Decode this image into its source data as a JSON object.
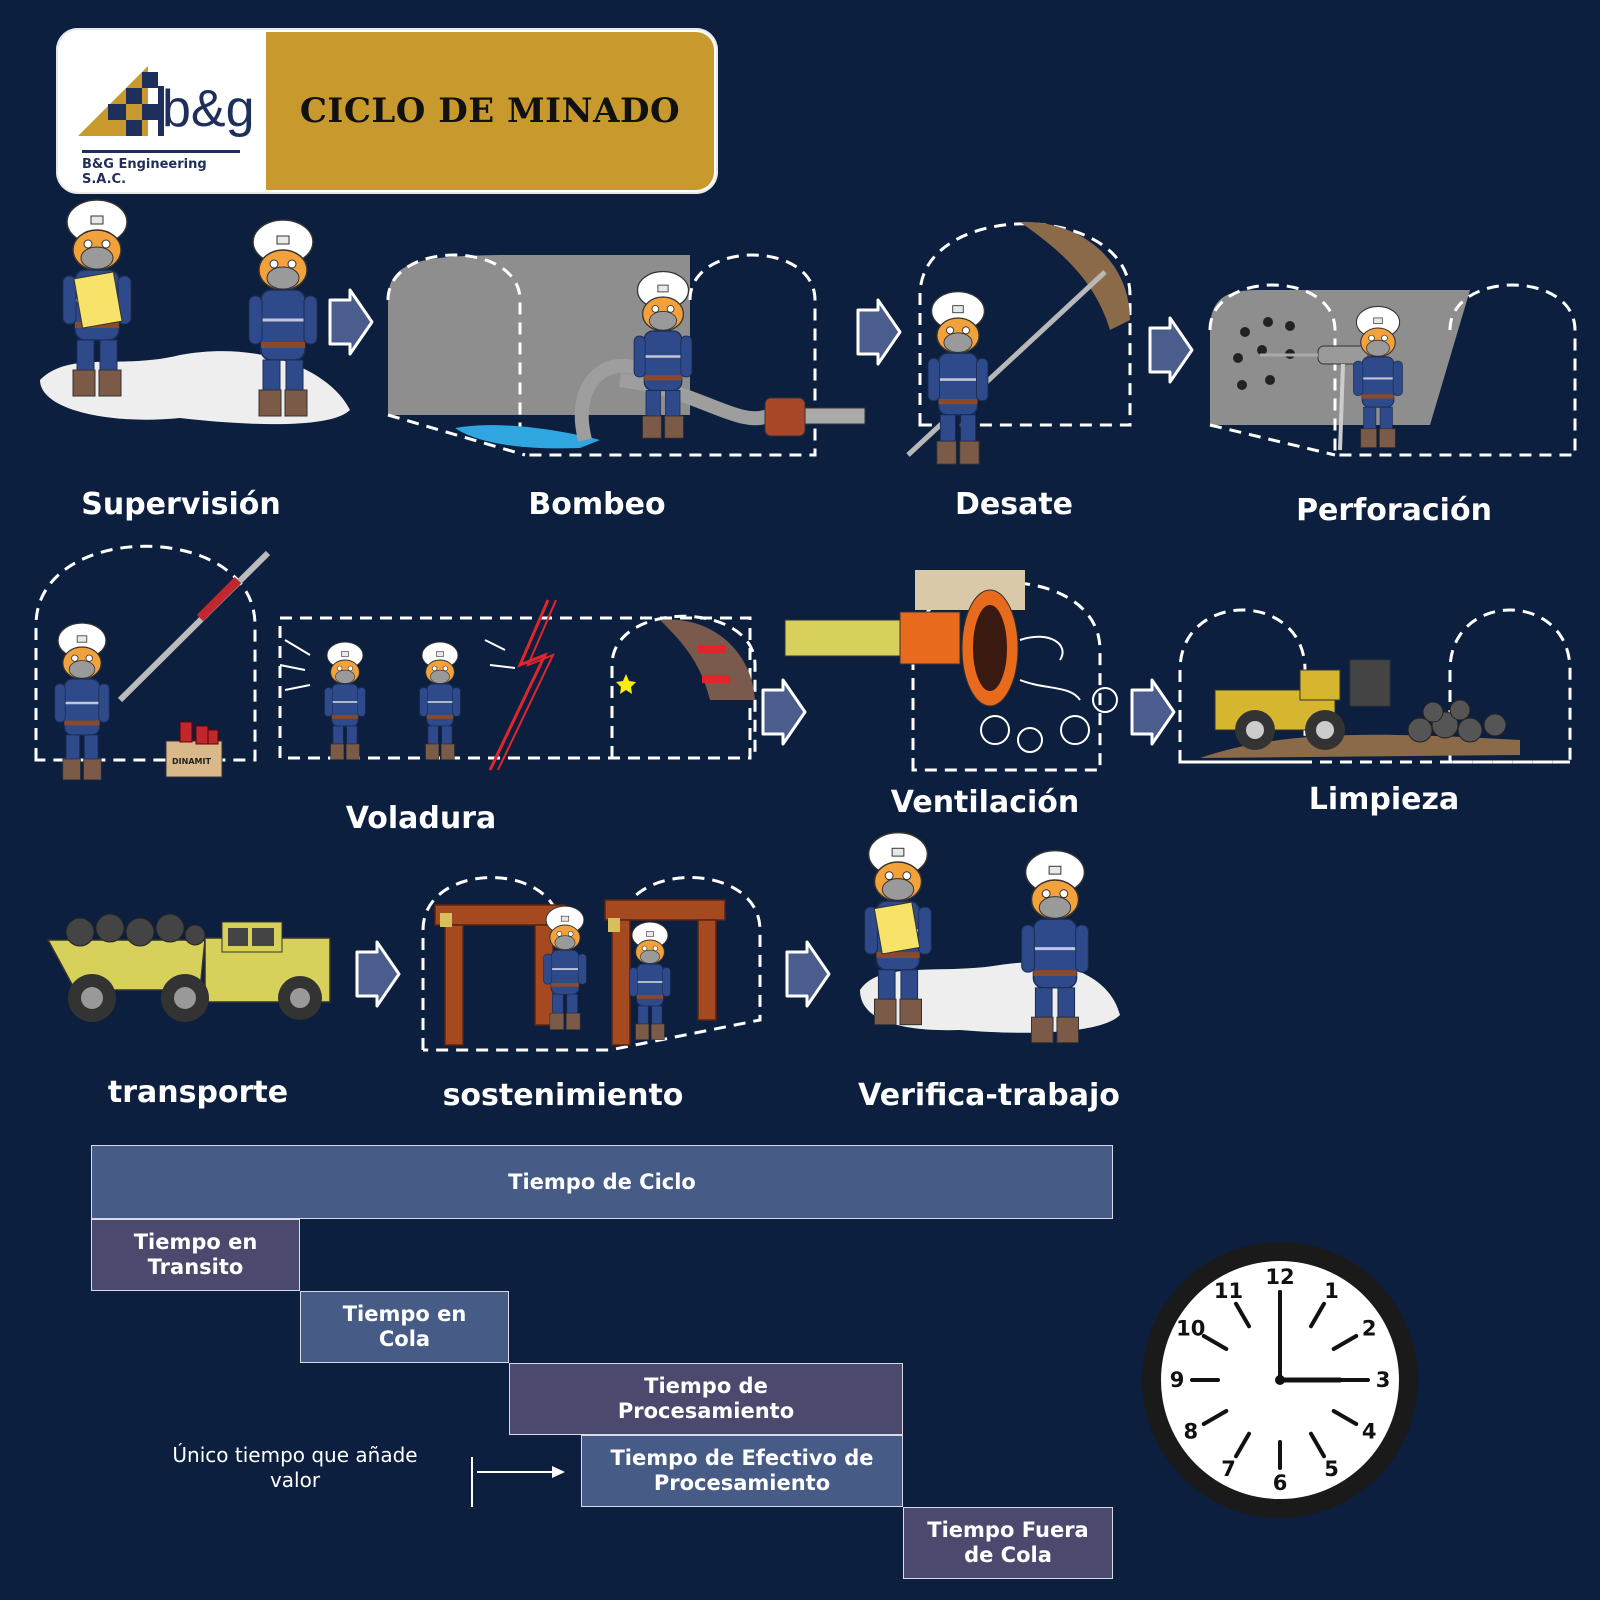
{
  "header": {
    "logo_text": "b&g",
    "company": "B&G Engineering S.A.C.",
    "title": "CICLO DE MINADO"
  },
  "steps": [
    {
      "label": "Supervisión"
    },
    {
      "label": "Bombeo"
    },
    {
      "label": "Desate"
    },
    {
      "label": "Perforación"
    },
    {
      "label": "Voladura"
    },
    {
      "label": "Ventilación"
    },
    {
      "label": "Limpieza"
    },
    {
      "label": "transporte"
    },
    {
      "label": "sostenimiento"
    },
    {
      "label": "Verifica-trabajo"
    }
  ],
  "dynamite_box_label": "DINAMIT",
  "timeline": {
    "cycle": "Tiempo de Ciclo",
    "transit": "Tiempo en Transito",
    "queue": "Tiempo en Cola",
    "processing": "Tiempo de Procesamiento",
    "effective": "Tiempo de Efectivo de Procesamiento",
    "out_queue": "Tiempo Fuera de Cola",
    "note": "Único tiempo que añade valor"
  },
  "clock": {
    "numbers": [
      "12",
      "1",
      "2",
      "3",
      "4",
      "5",
      "6",
      "7",
      "8",
      "9",
      "10",
      "11"
    ],
    "hour": 3,
    "minute": 0
  },
  "colors": {
    "background": "#0c1f3f",
    "gold": "#c89a2e",
    "box_blue": "#475b87",
    "box_purple": "#4b4a6e",
    "arrow": "#4a5d8c"
  }
}
